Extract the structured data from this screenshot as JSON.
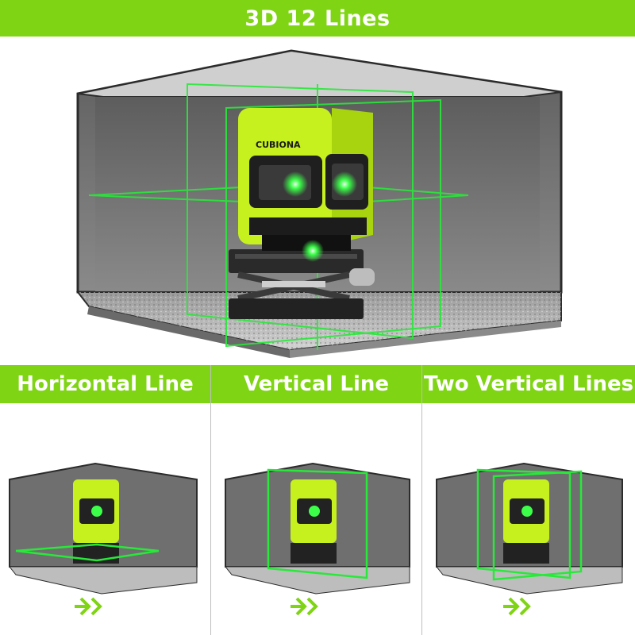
{
  "banner": {
    "title": "3D 12 Lines"
  },
  "hero": {
    "device_brand": "CUBIONA"
  },
  "panels": [
    {
      "title": "Horizontal Line",
      "mode": "horizontal"
    },
    {
      "title": "Vertical Line",
      "mode": "vertical"
    },
    {
      "title": "Two Vertical Lines",
      "mode": "two-vertical"
    }
  ],
  "colors": {
    "accent_green": "#7fd413",
    "laser_green": "#29e83a",
    "device_yellow": "#c6f01e",
    "room_grey": "#6f6f6f"
  },
  "icons": {
    "panel_arrow": "double-chevron-right-icon"
  }
}
